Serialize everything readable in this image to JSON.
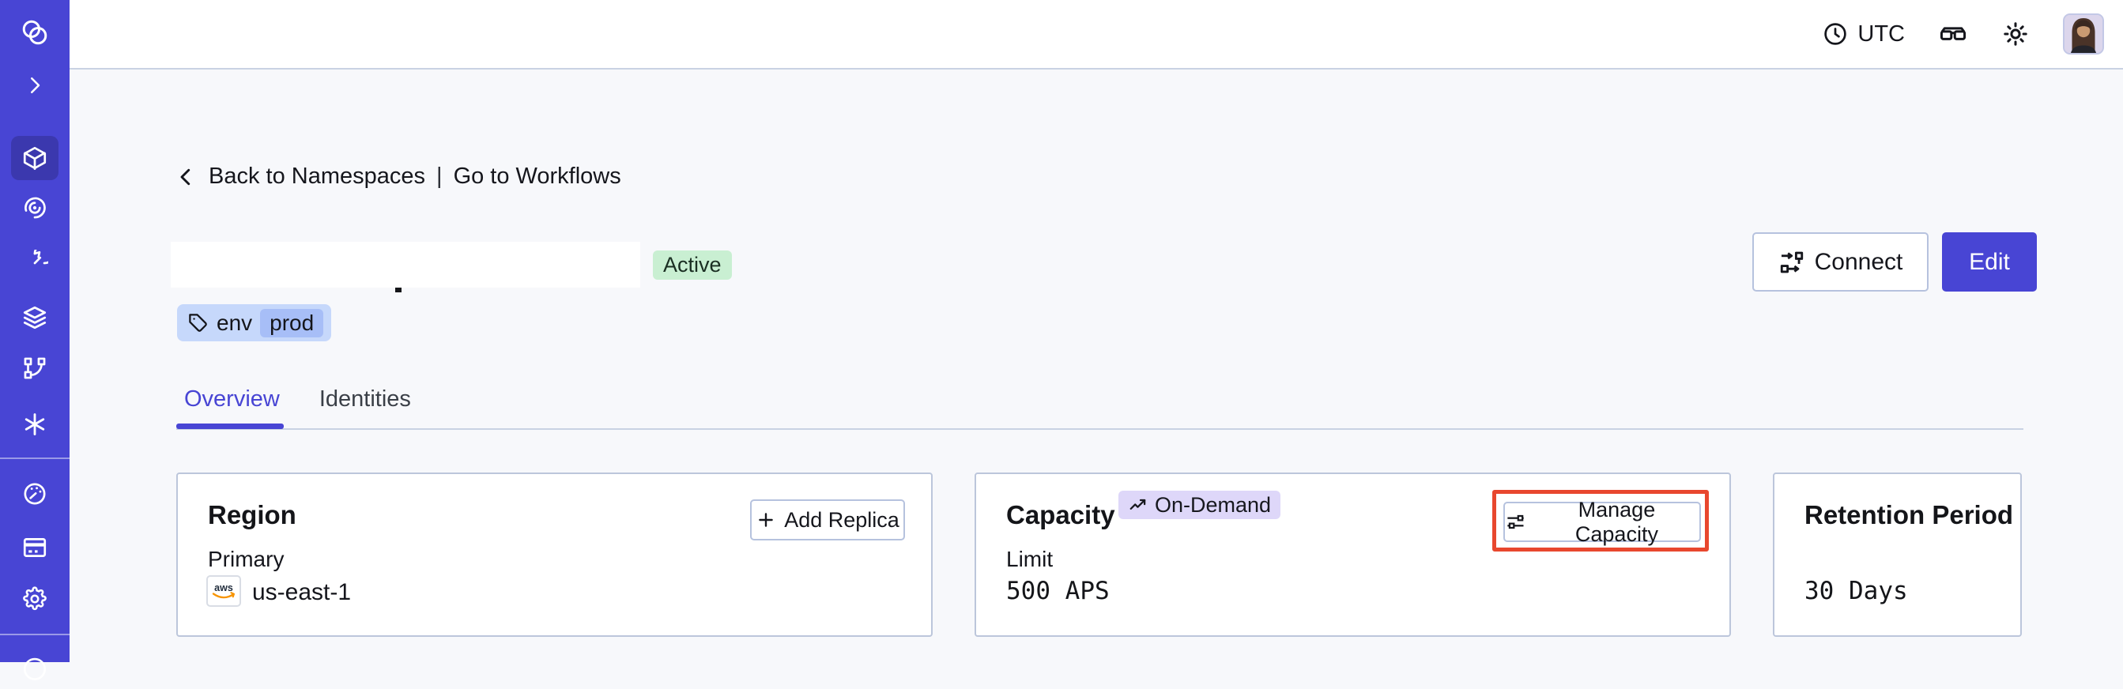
{
  "topbar": {
    "timezone": "UTC",
    "icons": [
      "clock-icon",
      "glasses-icon",
      "brightness-icon",
      "user-avatar"
    ]
  },
  "sidebar": {
    "icons": [
      "temporal-logo",
      "expand-chevron",
      "namespaces-cube",
      "monitor-spiral",
      "schedules-timer",
      "deployments-layers",
      "batch-branch",
      "nexus-asterisk",
      "usage-gauge",
      "billing-card",
      "settings-gear",
      "account-circle"
    ],
    "active_item": "namespaces-cube",
    "colors": {
      "background": "#4845d4",
      "active_background": "#3b38ae"
    }
  },
  "breadcrumb": {
    "back": "Back to Namespaces",
    "separator": "|",
    "forward": "Go to Workflows"
  },
  "namespace": {
    "status_badge": "Active",
    "tag_key": "env",
    "tag_value": "prod"
  },
  "actions": {
    "connect": "Connect",
    "edit": "Edit"
  },
  "tabs": {
    "overview": "Overview",
    "identities": "Identities"
  },
  "cards": {
    "region": {
      "title": "Region",
      "action_label": "Add Replica",
      "field_label": "Primary",
      "provider": "aws",
      "value": "us-east-1"
    },
    "capacity": {
      "title": "Capacity",
      "badge": "On-Demand",
      "action_label": "Manage Capacity",
      "field_label": "Limit",
      "value": "500 APS",
      "action_highlighted": true
    },
    "retention": {
      "title": "Retention Period",
      "value": "30 Days"
    }
  },
  "colors": {
    "accent": "#4845d4",
    "status_active_bg": "#c9efd2",
    "tag_bg": "#c6d8fb",
    "tag_chip_bg": "#a7bef7",
    "ondemand_bg": "#ded7f9",
    "highlight_red": "#e8472e",
    "page_bg": "#f7f8fb",
    "card_border": "#bcc6db"
  }
}
